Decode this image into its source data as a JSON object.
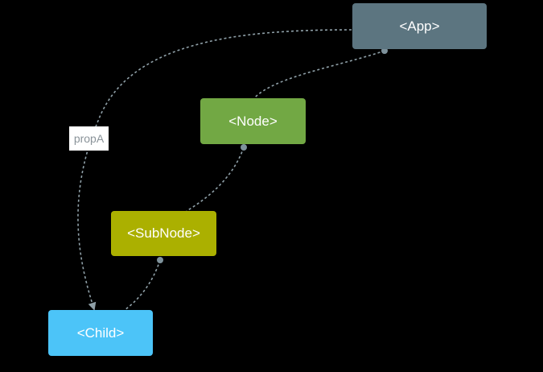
{
  "nodes": {
    "app": {
      "label": "<App>",
      "color": "#5c7580"
    },
    "node": {
      "label": "<Node>",
      "color": "#72a844"
    },
    "subnode": {
      "label": "<SubNode>",
      "color": "#abb000"
    },
    "child": {
      "label": "<Child>",
      "color": "#4cc4f8"
    }
  },
  "edges": [
    {
      "from": "app",
      "to": "child",
      "label": "propA",
      "style": "dashed-arrow"
    },
    {
      "from": "app",
      "to": "node",
      "style": "dashed-dot"
    },
    {
      "from": "node",
      "to": "subnode",
      "style": "dashed-dot"
    },
    {
      "from": "subnode",
      "to": "child",
      "style": "dashed-dot"
    }
  ],
  "edge_color": "#8fa0a8"
}
